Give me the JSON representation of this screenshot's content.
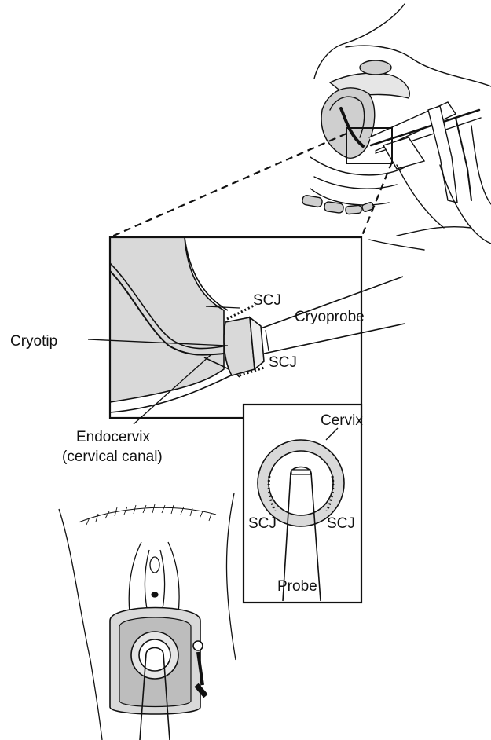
{
  "labels": {
    "scj_top": "SCJ",
    "cryoprobe": "Cryoprobe",
    "cryotip": "Cryotip",
    "scj_mid": "SCJ",
    "endocervix_line1": "Endocervix",
    "endocervix_line2": "(cervical canal)",
    "cervix": "Cervix",
    "scj_left": "SCJ",
    "scj_right": "SCJ",
    "probe": "Probe"
  },
  "colors": {
    "ink": "#111111",
    "tissue_fill": "#d9d9d9",
    "background": "#ffffff"
  }
}
